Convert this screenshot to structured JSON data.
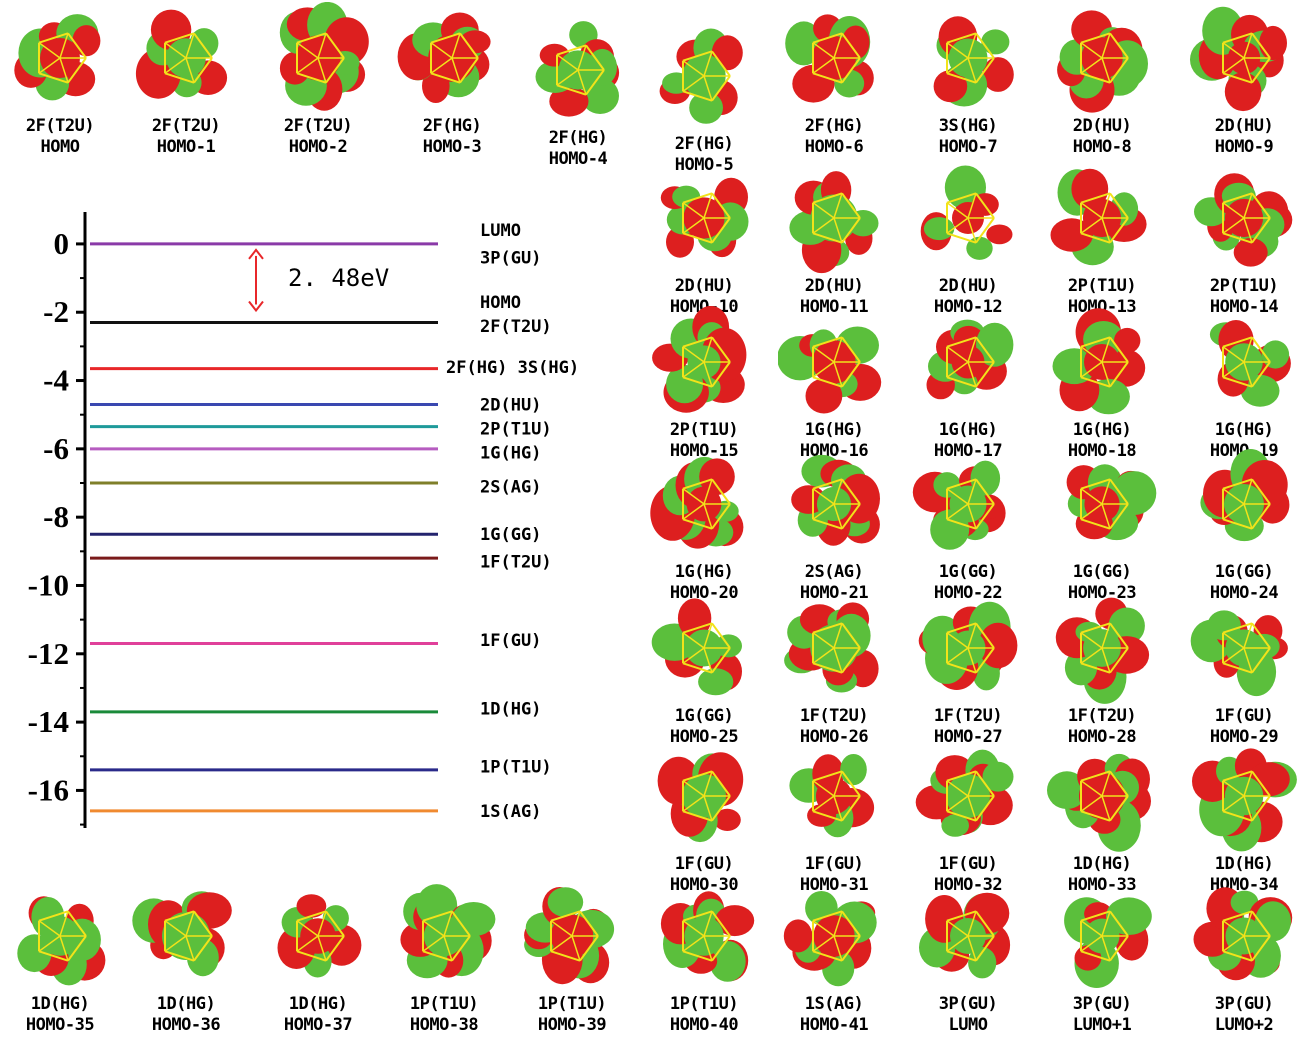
{
  "energy_diagram": {
    "y_axis": {
      "ylim": [
        -17.1,
        0.7
      ],
      "ticks": [
        0,
        -2,
        -4,
        -6,
        -8,
        -10,
        -12,
        -14,
        -16
      ],
      "tick_labels": [
        "0",
        "-2",
        "-4",
        "-6",
        "-8",
        "-10",
        "-12",
        "-14",
        "-16"
      ]
    },
    "gap_label": "2. 48eV",
    "levels": [
      {
        "energy": 0.0,
        "color": "#8a3aa8"
      },
      {
        "energy": -2.3,
        "color": "#111111"
      },
      {
        "energy": -3.65,
        "color": "#e8272a"
      },
      {
        "energy": -4.7,
        "color": "#3a48b0"
      },
      {
        "energy": -5.35,
        "color": "#1e9a9a"
      },
      {
        "energy": -6.0,
        "color": "#b65cc0"
      },
      {
        "energy": -7.0,
        "color": "#7f7f2a"
      },
      {
        "energy": -8.5,
        "color": "#23236e"
      },
      {
        "energy": -9.2,
        "color": "#7a1a1a"
      },
      {
        "energy": -11.7,
        "color": "#e0409a"
      },
      {
        "energy": -13.7,
        "color": "#1a8a3a"
      },
      {
        "energy": -15.4,
        "color": "#2a2a8a"
      },
      {
        "energy": -16.6,
        "color": "#f08a30"
      }
    ],
    "level_labels": [
      {
        "text": "LUMO",
        "energy": 0.4
      },
      {
        "text": "3P(GU)",
        "energy": -0.4
      },
      {
        "text": "HOMO",
        "energy": -1.7
      },
      {
        "text": "2F(T2U)",
        "energy": -2.4
      },
      {
        "text": "2F(HG) 3S(HG)",
        "energy": -3.6
      },
      {
        "text": "2D(HU)",
        "energy": -4.7
      },
      {
        "text": "2P(T1U)",
        "energy": -5.4
      },
      {
        "text": "1G(HG)",
        "energy": -6.1
      },
      {
        "text": "2S(AG)",
        "energy": -7.1
      },
      {
        "text": "1G(GG)",
        "energy": -8.5
      },
      {
        "text": "1F(T2U)",
        "energy": -9.3
      },
      {
        "text": "1F(GU)",
        "energy": -11.6
      },
      {
        "text": "1D(HG)",
        "energy": -13.6
      },
      {
        "text": "1P(T1U)",
        "energy": -15.3
      },
      {
        "text": "1S(AG)",
        "energy": -16.6
      }
    ]
  },
  "orbitals": [
    {
      "sym": "2F(T2U)",
      "name": "HOMO"
    },
    {
      "sym": "2F(T2U)",
      "name": "HOMO-1"
    },
    {
      "sym": "2F(T2U)",
      "name": "HOMO-2"
    },
    {
      "sym": "2F(HG)",
      "name": "HOMO-3"
    },
    {
      "sym": "2F(HG)",
      "name": "HOMO-4"
    },
    {
      "sym": "2F(HG)",
      "name": "HOMO-5"
    },
    {
      "sym": "2F(HG)",
      "name": "HOMO-6"
    },
    {
      "sym": "3S(HG)",
      "name": "HOMO-7"
    },
    {
      "sym": "2D(HU)",
      "name": "HOMO-8"
    },
    {
      "sym": "2D(HU)",
      "name": "HOMO-9"
    },
    {
      "sym": "2D(HU)",
      "name": "HOMO-10"
    },
    {
      "sym": "2D(HU)",
      "name": "HOMO-11"
    },
    {
      "sym": "2D(HU)",
      "name": "HOMO-12"
    },
    {
      "sym": "2P(T1U)",
      "name": "HOMO-13"
    },
    {
      "sym": "2P(T1U)",
      "name": "HOMO-14"
    },
    {
      "sym": "2P(T1U)",
      "name": "HOMO-15"
    },
    {
      "sym": "1G(HG)",
      "name": "HOMO-16"
    },
    {
      "sym": "1G(HG)",
      "name": "HOMO-17"
    },
    {
      "sym": "1G(HG)",
      "name": "HOMO-18"
    },
    {
      "sym": "1G(HG)",
      "name": "HOMO-19"
    },
    {
      "sym": "1G(HG)",
      "name": "HOMO-20"
    },
    {
      "sym": "2S(AG)",
      "name": "HOMO-21"
    },
    {
      "sym": "1G(GG)",
      "name": "HOMO-22"
    },
    {
      "sym": "1G(GG)",
      "name": "HOMO-23"
    },
    {
      "sym": "1G(GG)",
      "name": "HOMO-24"
    },
    {
      "sym": "1G(GG)",
      "name": "HOMO-25"
    },
    {
      "sym": "1F(T2U)",
      "name": "HOMO-26"
    },
    {
      "sym": "1F(T2U)",
      "name": "HOMO-27"
    },
    {
      "sym": "1F(T2U)",
      "name": "HOMO-28"
    },
    {
      "sym": "1F(GU)",
      "name": "HOMO-29"
    },
    {
      "sym": "1F(GU)",
      "name": "HOMO-30"
    },
    {
      "sym": "1F(GU)",
      "name": "HOMO-31"
    },
    {
      "sym": "1F(GU)",
      "name": "HOMO-32"
    },
    {
      "sym": "1D(HG)",
      "name": "HOMO-33"
    },
    {
      "sym": "1D(HG)",
      "name": "HOMO-34"
    },
    {
      "sym": "1D(HG)",
      "name": "HOMO-35"
    },
    {
      "sym": "1D(HG)",
      "name": "HOMO-36"
    },
    {
      "sym": "1D(HG)",
      "name": "HOMO-37"
    },
    {
      "sym": "1P(T1U)",
      "name": "HOMO-38"
    },
    {
      "sym": "1P(T1U)",
      "name": "HOMO-39"
    },
    {
      "sym": "1P(T1U)",
      "name": "HOMO-40"
    },
    {
      "sym": "1S(AG)",
      "name": "HOMO-41"
    },
    {
      "sym": "3P(GU)",
      "name": "LUMO"
    },
    {
      "sym": "3P(GU)",
      "name": "LUMO+1"
    },
    {
      "sym": "3P(GU)",
      "name": "LUMO+2"
    }
  ],
  "colors": {
    "lobe_positive": "#dd1f1f",
    "lobe_negative": "#5bbf3c",
    "cage": "#f2e31a"
  }
}
